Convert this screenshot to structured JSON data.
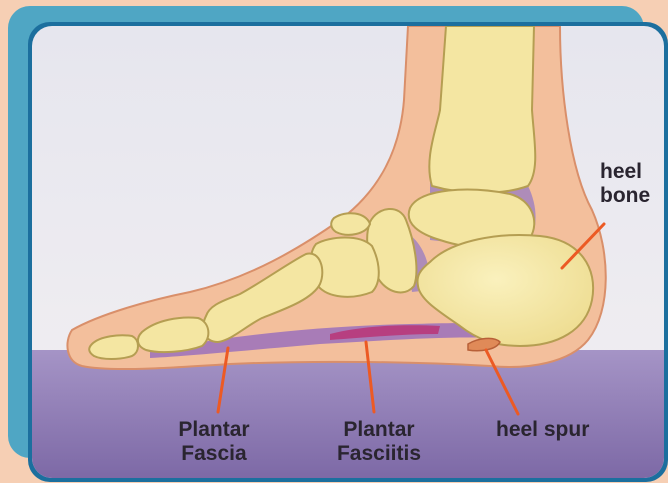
{
  "labels": {
    "heel_bone": {
      "line1": "heel",
      "line2": "bone"
    },
    "plantar_fascia": {
      "line1": "Plantar",
      "line2": "Fascia"
    },
    "plantar_fasciitis": {
      "line1": "Plantar",
      "line2": "Fasciitis"
    },
    "heel_spur": {
      "text": "heel spur"
    }
  },
  "colors": {
    "page_background": "#f6cfb4",
    "frame_shadow": "#4fa6c4",
    "frame_border": "#1c6f9e",
    "paper": "#eceaf0",
    "ground": "#8c78b0",
    "skin": "#f3bf9c",
    "bone": "#f4e6a2",
    "bone_outline": "#b59e52",
    "fascia": "#9a70bc",
    "inflammation": "#b8387a",
    "leader_line": "#ec5a24"
  }
}
